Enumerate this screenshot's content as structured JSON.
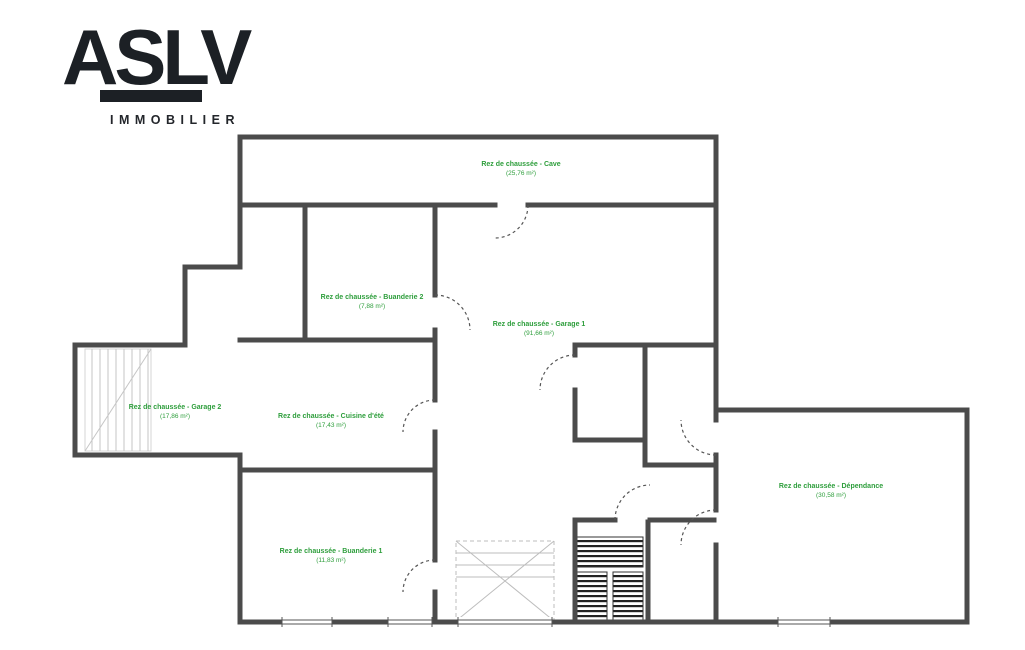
{
  "brand": {
    "name": "ASLV",
    "tagline": "IMMOBILIER"
  },
  "plan": {
    "floor": "Rez de chaussée",
    "rooms": [
      {
        "id": "cave",
        "label": "Rez de chaussée - Cave",
        "area": "(25,76 m²)"
      },
      {
        "id": "buanderie-2",
        "label": "Rez de chaussée - Buanderie 2",
        "area": "(7,88 m²)"
      },
      {
        "id": "garage-1",
        "label": "Rez de chaussée - Garage 1",
        "area": "(91,66 m²)"
      },
      {
        "id": "garage-2",
        "label": "Rez de chaussée - Garage 2",
        "area": "(17,86 m²)"
      },
      {
        "id": "cuisine-ete",
        "label": "Rez de chaussée - Cuisine d'été",
        "area": "(17,43 m²)"
      },
      {
        "id": "buanderie-1",
        "label": "Rez de chaussée - Buanderie 1",
        "area": "(11,83 m²)"
      },
      {
        "id": "dependance",
        "label": "Rez de chaussée - Dépendance",
        "area": "(30,58 m²)"
      }
    ]
  },
  "colors": {
    "room_label": "#2e9e3c",
    "wall": "#4b4b4b",
    "logo": "#1c2025",
    "door_arc": "#555555",
    "stair_light": "#bdbdbd"
  }
}
